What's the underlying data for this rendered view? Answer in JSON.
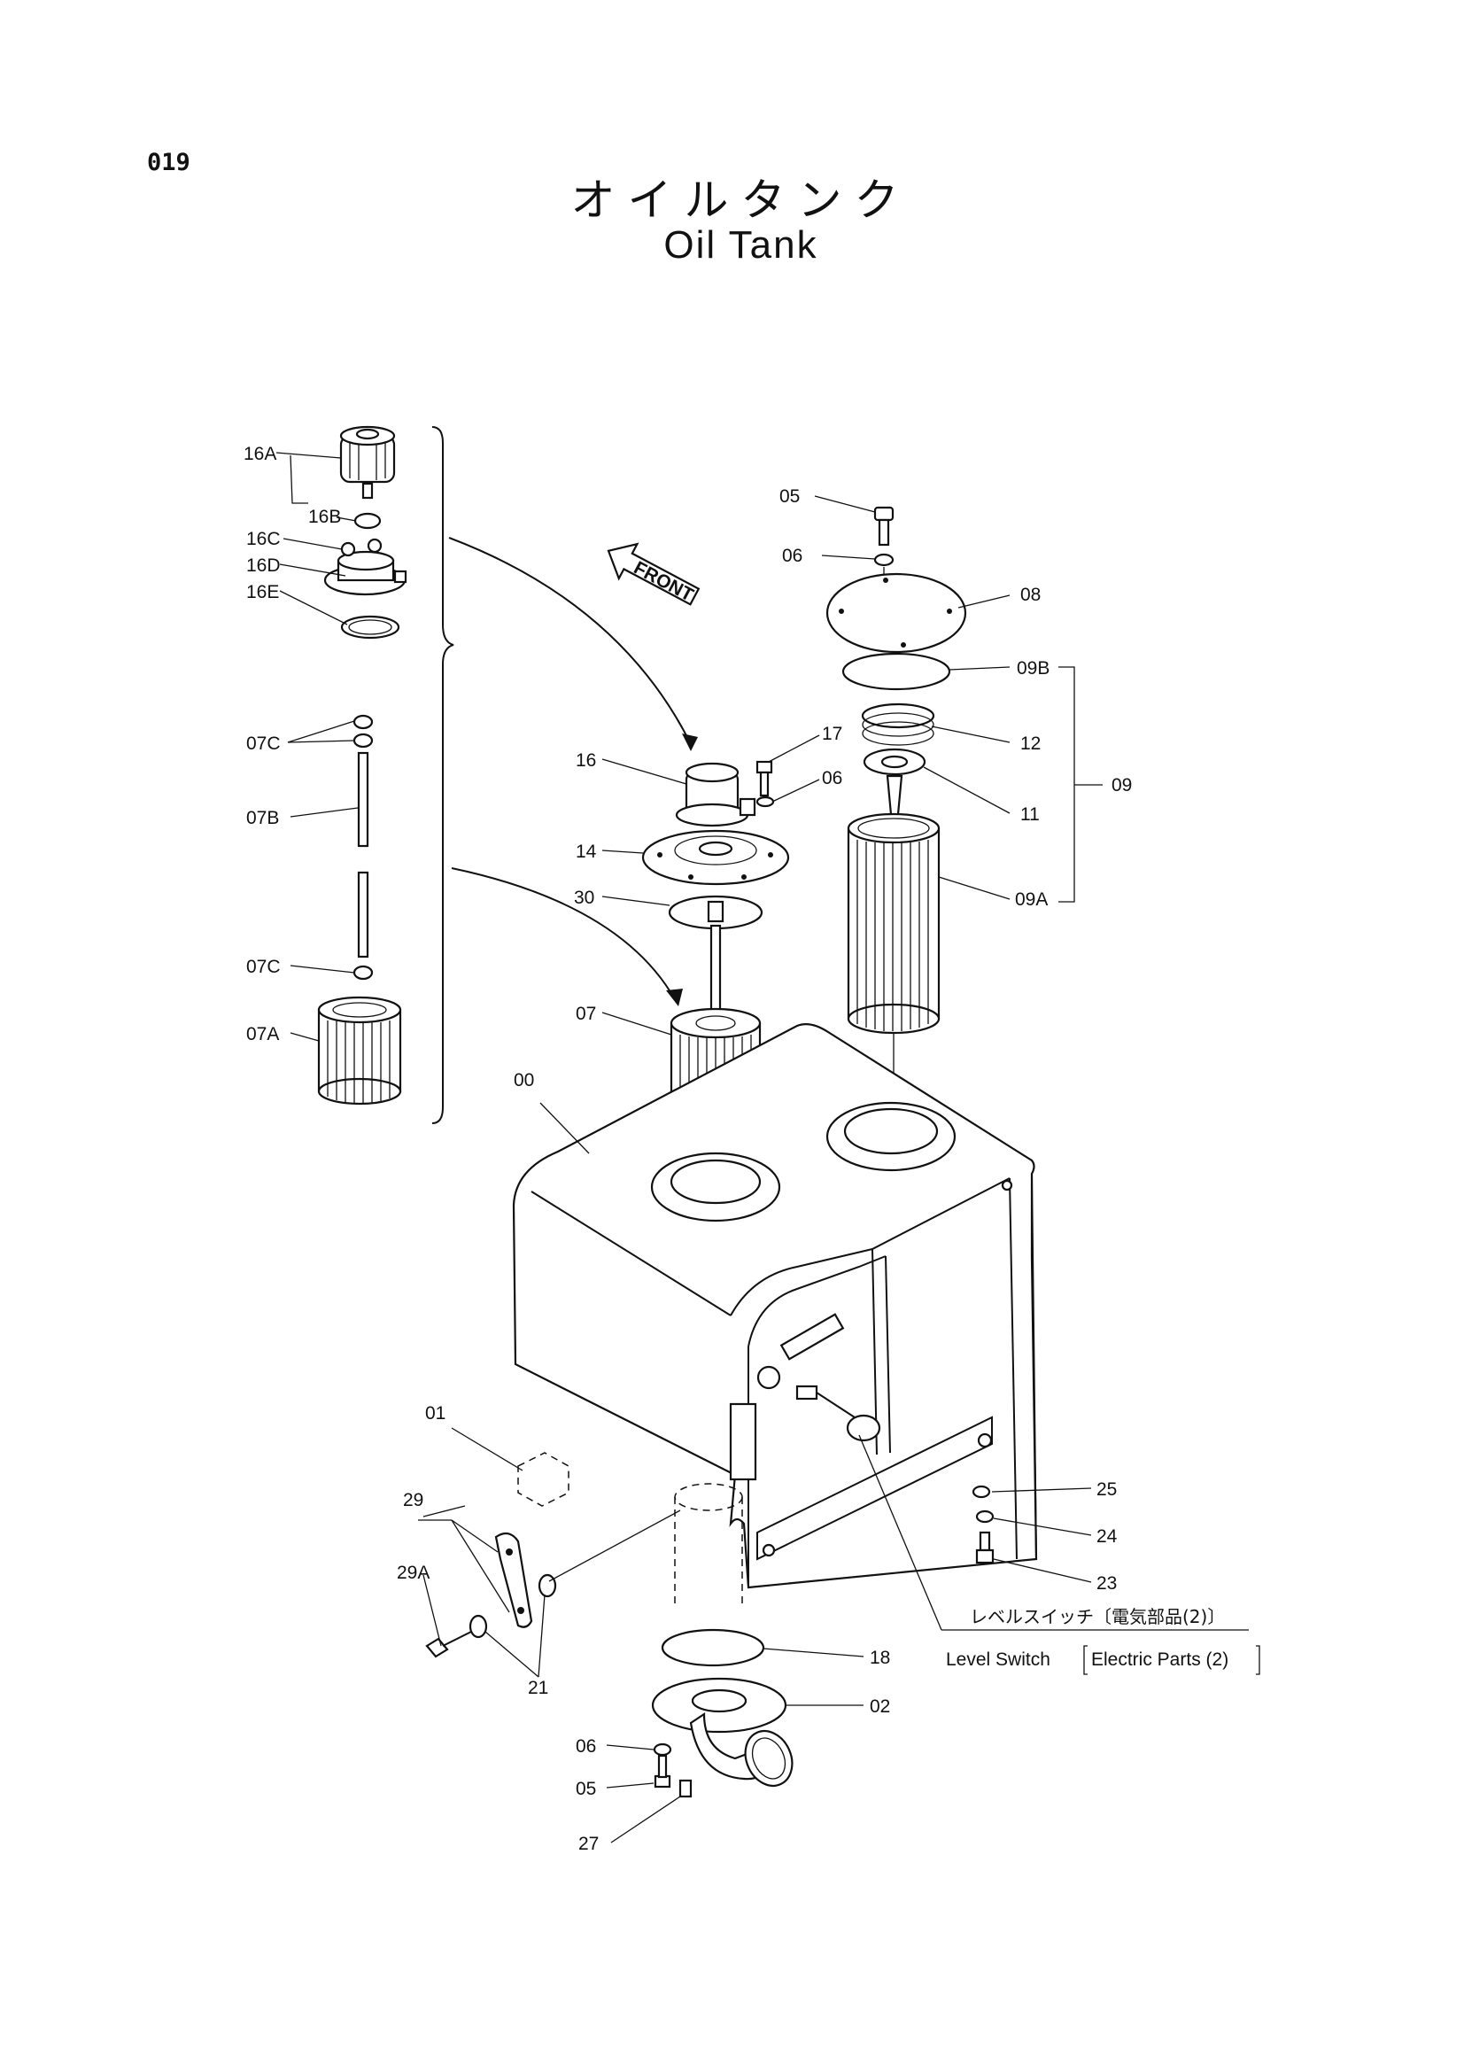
{
  "page_number": "019",
  "title_jp": "オイルタンク",
  "title_en": "Oil Tank",
  "front_arrow_label": "FRONT",
  "labels": {
    "p16A": "16A",
    "p16B": "16B",
    "p16C": "16C",
    "p16D": "16D",
    "p16E": "16E",
    "p07C_top": "07C",
    "p07B": "07B",
    "p07C_bottom": "07C",
    "p07A": "07A",
    "p16": "16",
    "p17": "17",
    "p06_top": "06",
    "p14": "14",
    "p30": "30",
    "p07": "07",
    "p00": "00",
    "p05_top": "05",
    "p06_cover": "06",
    "p08": "08",
    "p09B": "09B",
    "p12": "12",
    "p11": "11",
    "p09": "09",
    "p09A": "09A",
    "p01": "01",
    "p29": "29",
    "p29A": "29A",
    "p21": "21",
    "p25": "25",
    "p24": "24",
    "p23": "23",
    "p18": "18",
    "p02": "02",
    "p06_bottom": "06",
    "p05_bottom": "05",
    "p27": "27"
  },
  "level_switch": {
    "jp": "レベルスイッチ〔電気部品(2)〕",
    "en": "Level Switch",
    "ref": "Electric Parts (2)"
  }
}
